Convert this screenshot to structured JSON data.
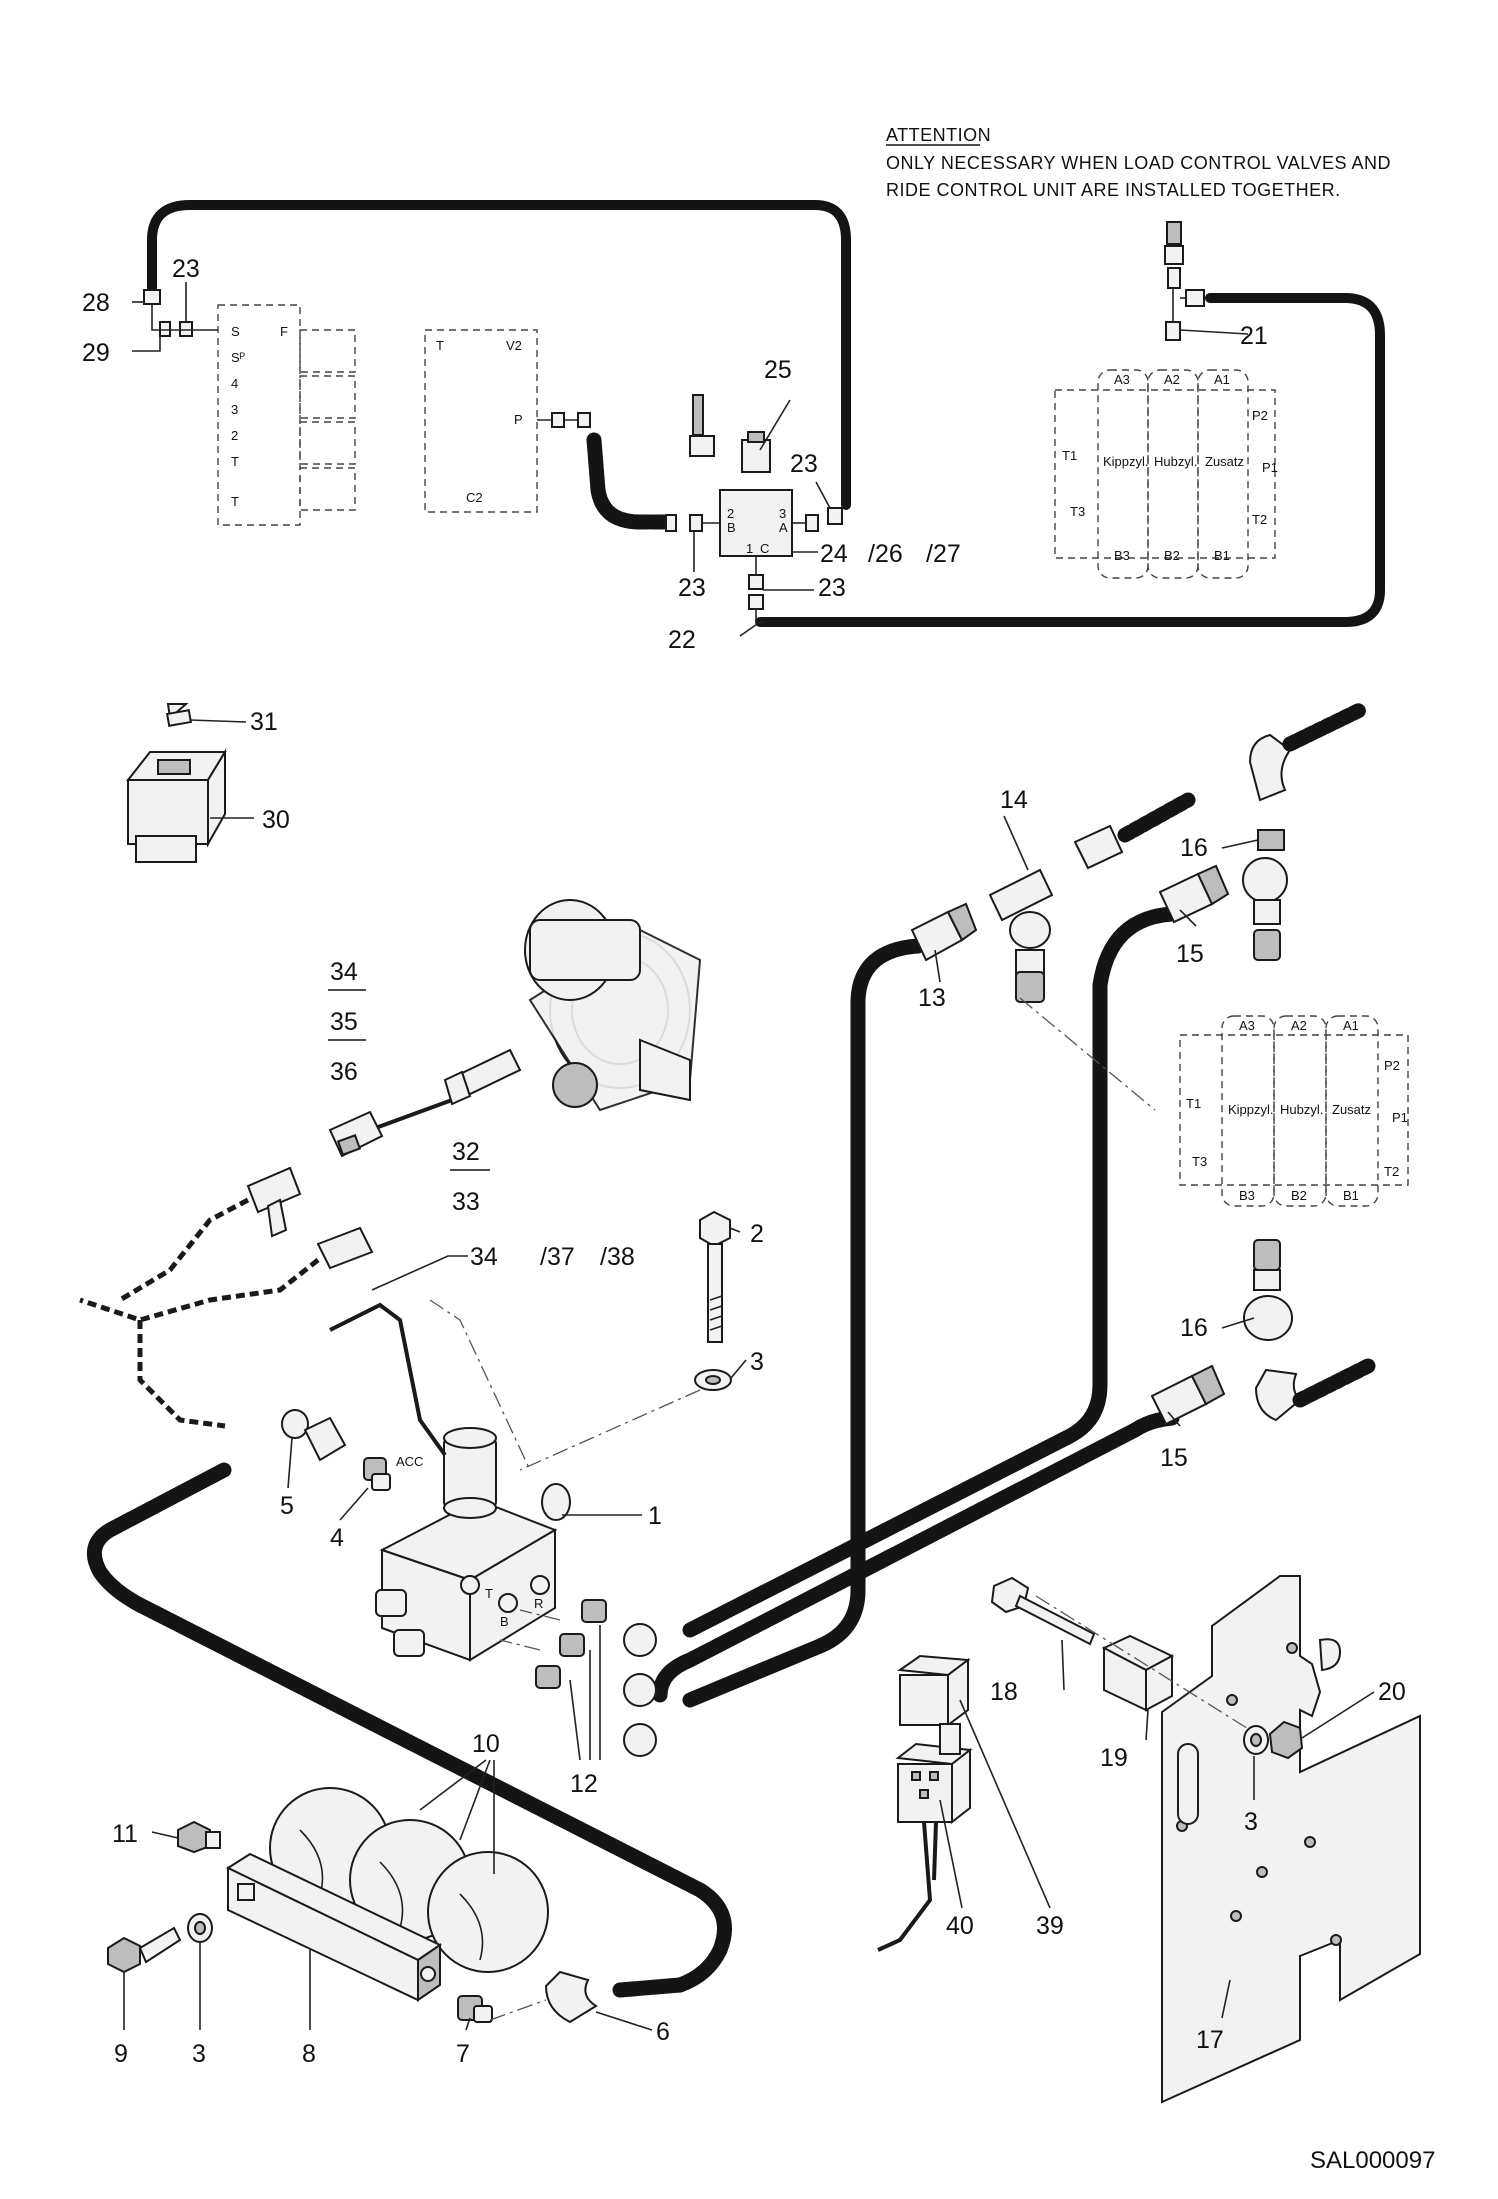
{
  "attention": {
    "heading": "ATTENTION",
    "line1": "ONLY NECESSARY WHEN LOAD CONTROL VALVES AND",
    "line2": "RIDE CONTROL UNIT ARE INSTALLED TOGETHER."
  },
  "document_id": "SAL000097",
  "callouts": {
    "c1": "1",
    "c2": "2",
    "c3a": "3",
    "c3b": "3",
    "c3c": "3",
    "c4": "4",
    "c5": "5",
    "c6": "6",
    "c7": "7",
    "c8": "8",
    "c9": "9",
    "c10": "10",
    "c11": "11",
    "c12": "12",
    "c13": "13",
    "c14": "14",
    "c15a": "15",
    "c15b": "15",
    "c16a": "16",
    "c16b": "16",
    "c17": "17",
    "c18": "18",
    "c19": "19",
    "c20": "20",
    "c21": "21",
    "c22": "22",
    "c23a": "23",
    "c23b": "23",
    "c23c": "23",
    "c23d": "23",
    "c24": "24",
    "c26": "/26",
    "c27": "/27",
    "c25": "25",
    "c28": "28",
    "c29": "29",
    "c30": "30",
    "c31": "31",
    "c32": "32",
    "c33": "33",
    "c34a": "34",
    "c35": "35",
    "c36": "36",
    "c34b": "34",
    "c37": "/37",
    "c38": "/38",
    "c39": "39",
    "c40": "40"
  },
  "valve_block_labels": {
    "a3": "A3",
    "a2": "A2",
    "a1": "A1",
    "b3": "B3",
    "b2": "B2",
    "b1": "B1",
    "t1": "T1",
    "t2": "T2",
    "t3": "T3",
    "p1": "P1",
    "p2": "P2",
    "kipp": "Kippzyl.",
    "hub": "Hubzyl.",
    "zus": "Zusatz"
  },
  "schematic_labels": {
    "s": "S",
    "f": "F",
    "sp": "Sᴾ",
    "n4": "4",
    "n3": "3",
    "n2": "2",
    "t": "T",
    "t2": "T",
    "tv": "T",
    "v2": "V2",
    "p": "P",
    "c2": "C2",
    "port2": "2",
    "portB": "B",
    "port3": "3",
    "portA": "A",
    "port1": "1",
    "portC": "C"
  },
  "valve_ports": {
    "t": "T",
    "b": "B",
    "r": "R",
    "acc": "ACC"
  }
}
